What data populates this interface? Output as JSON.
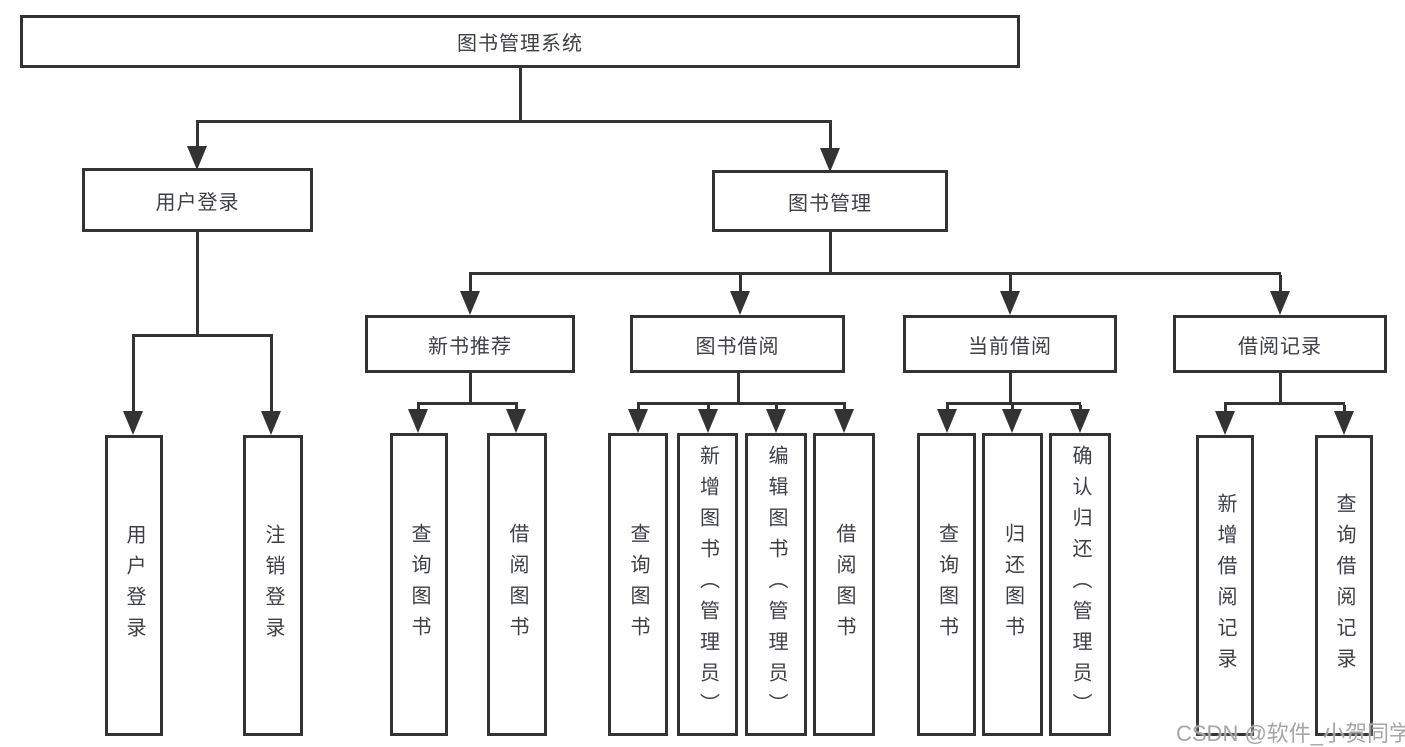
{
  "diagram": {
    "type": "tree",
    "root": {
      "label": "图书管理系统",
      "children": [
        {
          "label": "用户登录",
          "children": [
            {
              "label": "用户登录"
            },
            {
              "label": "注销登录"
            }
          ]
        },
        {
          "label": "图书管理",
          "children": [
            {
              "label": "新书推荐",
              "children": [
                {
                  "label": "查询图书"
                },
                {
                  "label": "借阅图书"
                }
              ]
            },
            {
              "label": "图书借阅",
              "children": [
                {
                  "label": "查询图书"
                },
                {
                  "label": "新增图书（管理员）"
                },
                {
                  "label": "编辑图书（管理员）"
                },
                {
                  "label": "借阅图书"
                }
              ]
            },
            {
              "label": "当前借阅",
              "children": [
                {
                  "label": "查询图书"
                },
                {
                  "label": "归还图书"
                },
                {
                  "label": "确认归还（管理员）"
                }
              ]
            },
            {
              "label": "借阅记录",
              "children": [
                {
                  "label": "新增借阅记录"
                },
                {
                  "label": "查询借阅记录"
                }
              ]
            }
          ]
        }
      ]
    }
  },
  "watermark": {
    "text": "CSDN @软件_小贺同学"
  },
  "colors": {
    "line": "#333333",
    "text": "#3d3f45",
    "watermark": "#a6a6a6",
    "background": "#ffffff"
  }
}
